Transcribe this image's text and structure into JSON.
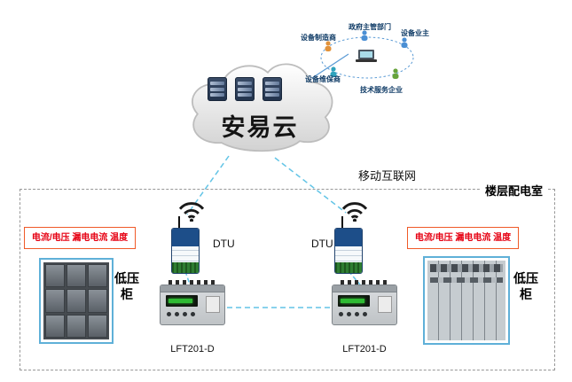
{
  "cloud": {
    "label": "安易云"
  },
  "stakeholders": {
    "items": [
      {
        "label": "设备制造商"
      },
      {
        "label": "政府主管部门"
      },
      {
        "label": "设备业主"
      },
      {
        "label": "设备维保商"
      },
      {
        "label": "技术服务企业"
      }
    ]
  },
  "network": {
    "label": "移动互联网"
  },
  "room": {
    "label": "楼层配电室"
  },
  "left": {
    "sensor_label": "电流/电压 漏电电流 温度",
    "cabinet_label": "低压柜",
    "dtu_label": "DTU",
    "meter_label": "LFT201-D"
  },
  "right": {
    "sensor_label": "电流/电压 漏电电流 温度",
    "cabinet_label": "低压柜",
    "dtu_label": "DTU",
    "meter_label": "LFT201-D"
  },
  "colors": {
    "link_blue": "#62c4e6",
    "solid_link_blue": "#5b9bd5",
    "accent_red": "#e60012",
    "sensor_border": "#f05a28",
    "frame_blue": "#5fb0d8",
    "dtu_blue": "#1d4e89",
    "cloud_outline": "#bdbdbd"
  }
}
